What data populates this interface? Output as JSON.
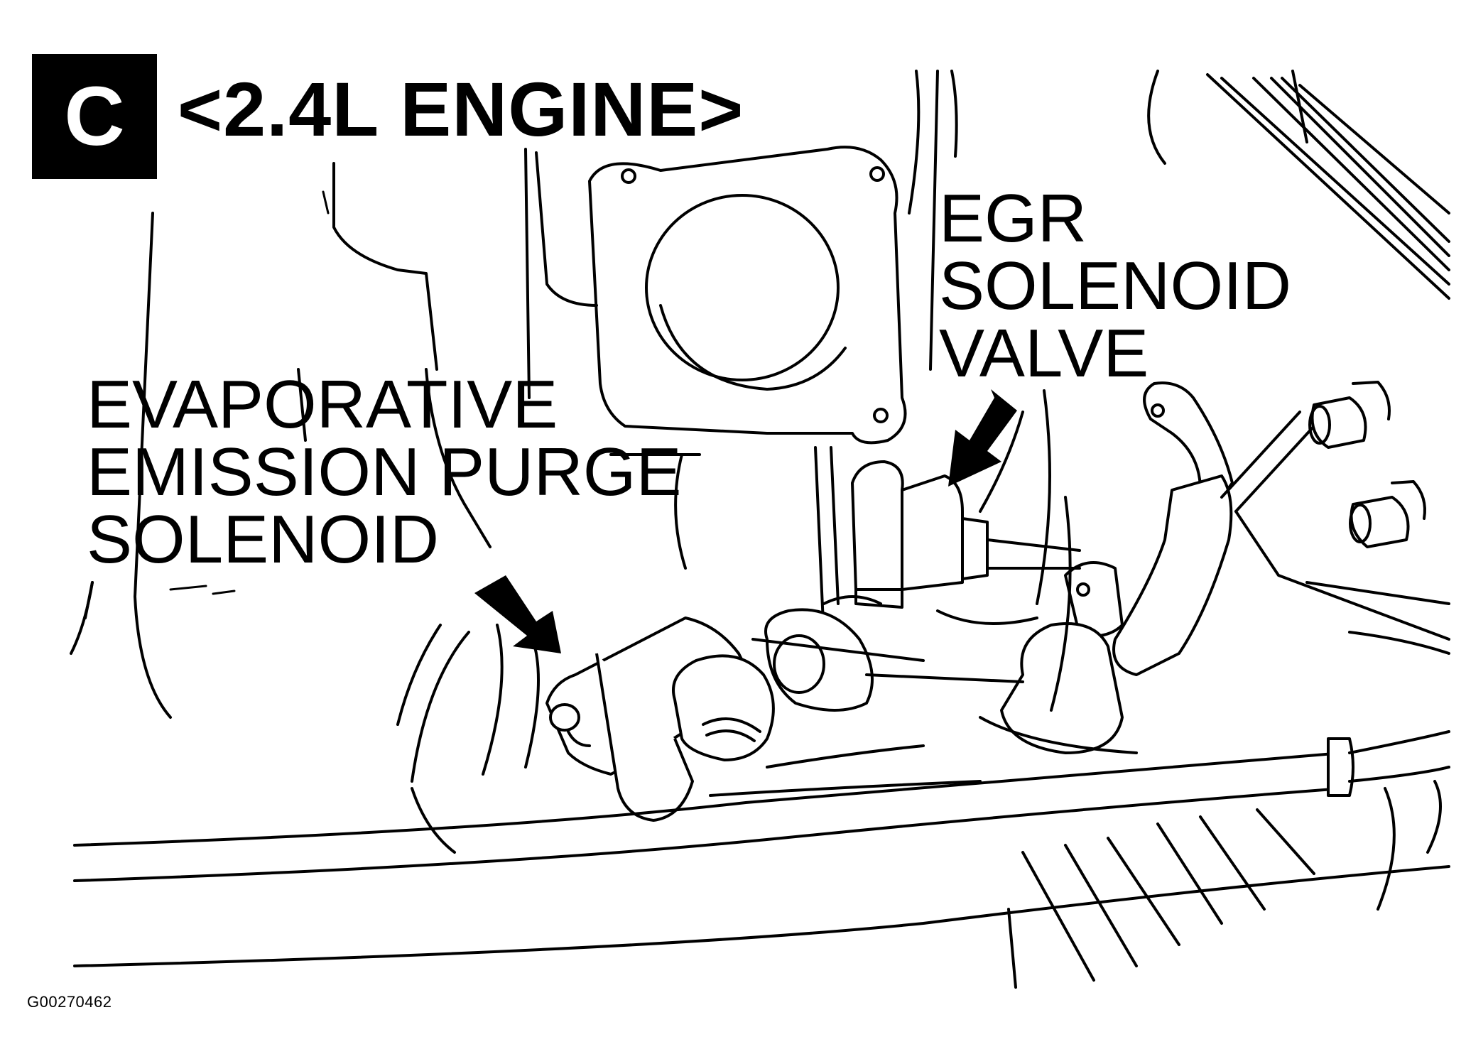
{
  "section": {
    "letter": "C"
  },
  "title": "<2.4L ENGINE>",
  "callouts": {
    "egr": {
      "lines": [
        "EGR",
        "SOLENOID",
        "VALVE"
      ]
    },
    "evap": {
      "lines": [
        "EVAPORATIVE",
        "EMISSION PURGE",
        "SOLENOID"
      ]
    }
  },
  "figure_id": "G00270462",
  "colors": {
    "ink": "#000000",
    "paper": "#ffffff"
  }
}
